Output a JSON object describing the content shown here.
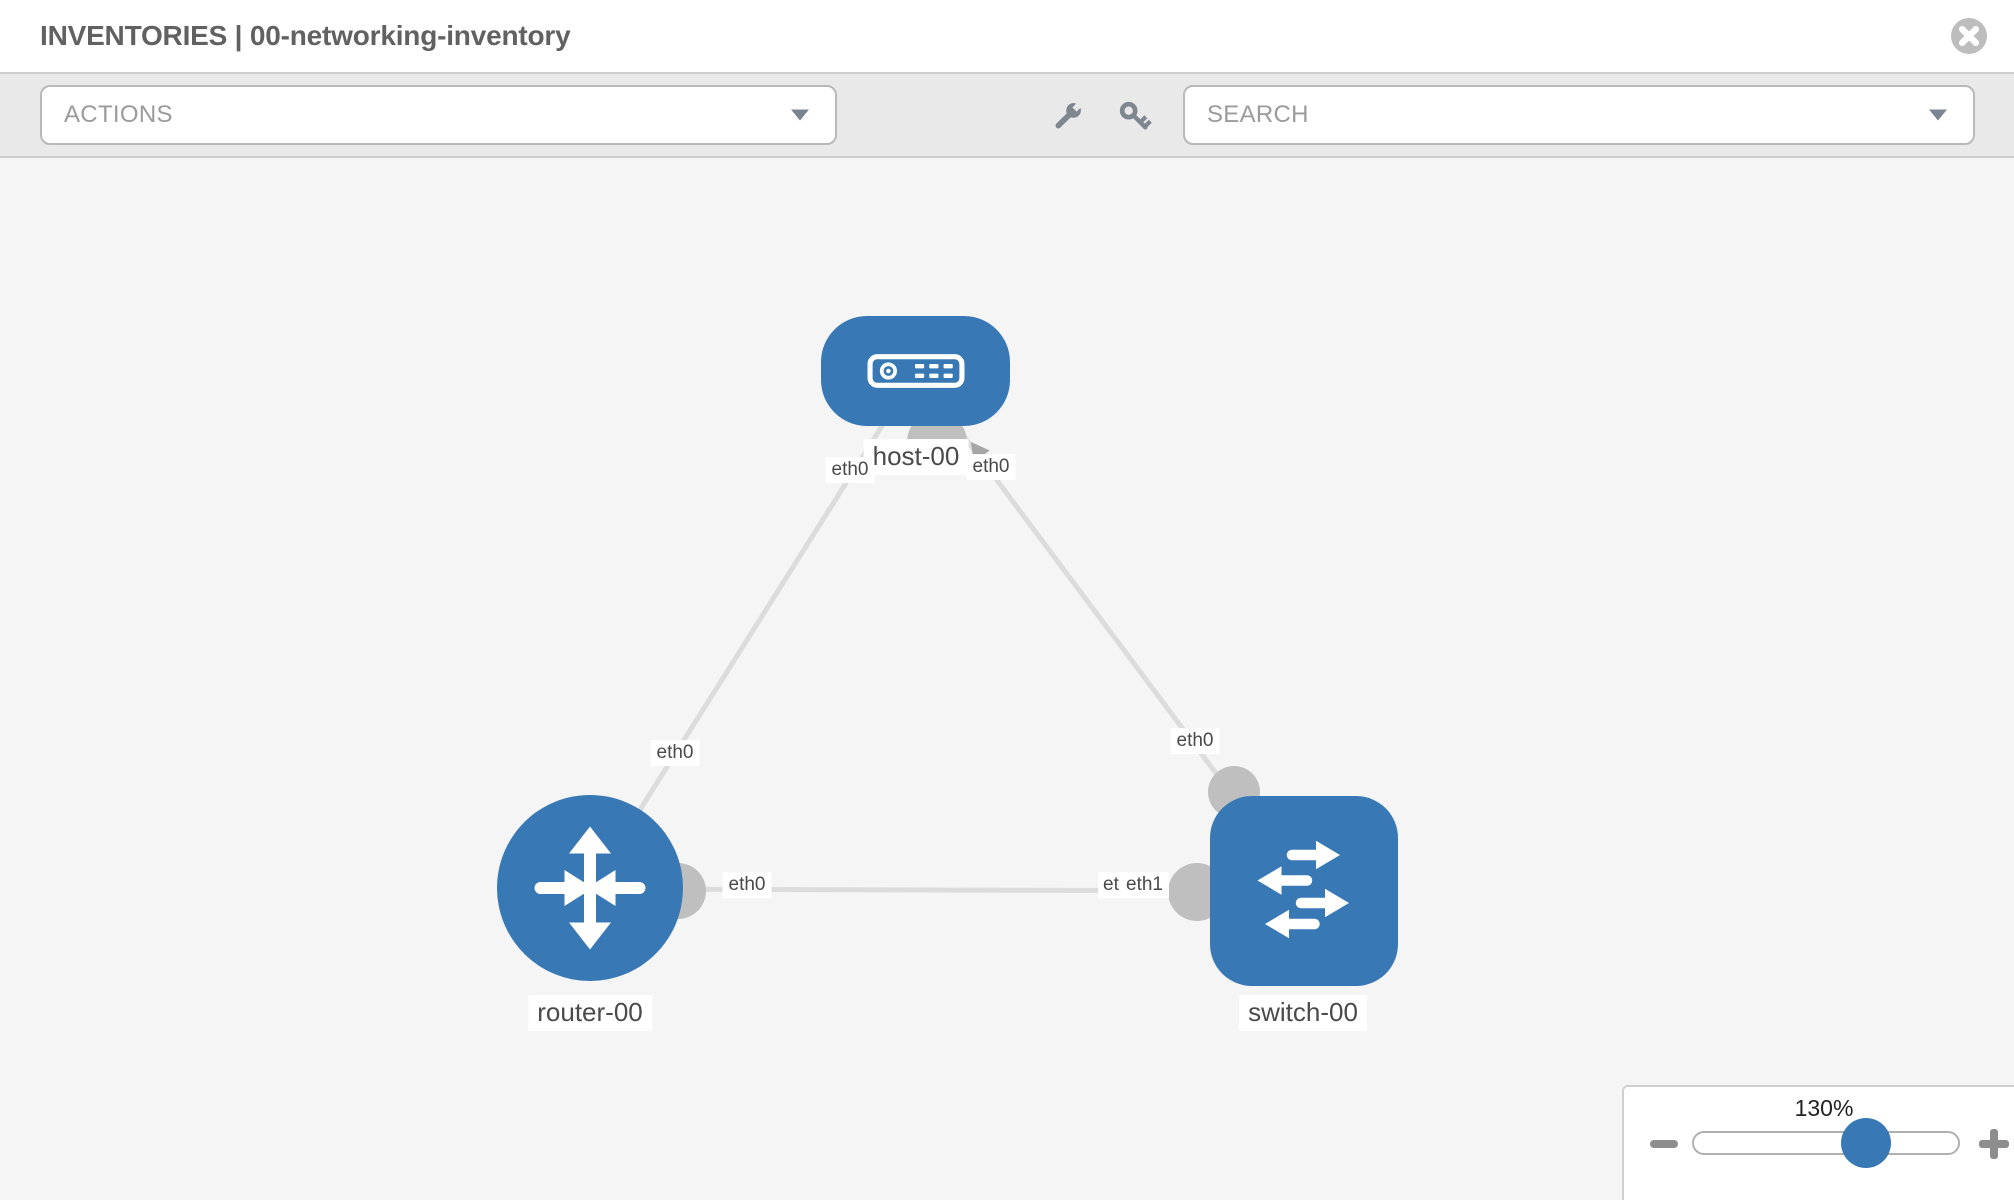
{
  "header": {
    "title": "INVENTORIES | 00-networking-inventory"
  },
  "toolbar": {
    "actions_placeholder": "ACTIONS",
    "search_placeholder": "SEARCH",
    "icons": [
      "wrench",
      "key"
    ]
  },
  "topology": {
    "nodes": [
      {
        "id": "host-00",
        "type": "host",
        "label": "host-00"
      },
      {
        "id": "router-00",
        "type": "router",
        "label": "router-00"
      },
      {
        "id": "switch-00",
        "type": "switch",
        "label": "switch-00"
      }
    ],
    "links": [
      {
        "from": "host-00",
        "to": "router-00",
        "from_interface": "eth0",
        "to_interface": "eth0"
      },
      {
        "from": "host-00",
        "to": "switch-00",
        "from_interface": "eth0",
        "to_interface": "eth0"
      },
      {
        "from": "router-00",
        "to": "switch-00",
        "from_interface": "eth0",
        "to_interface": "eth1"
      }
    ],
    "overlapped_interface_label": "eth0"
  },
  "zoom_control": {
    "level": "130%"
  },
  "icons": {
    "close": "x-circle",
    "dropdown_caret": "caret-down",
    "zoom_out": "minus",
    "zoom_in": "plus"
  },
  "colors": {
    "node_blue": "#3778b5",
    "link_gray": "#dcdcdc",
    "interface_dot_gray": "#bfbfbf",
    "toolbar_bg": "#e9e9e9",
    "canvas_bg": "#f5f5f5"
  }
}
